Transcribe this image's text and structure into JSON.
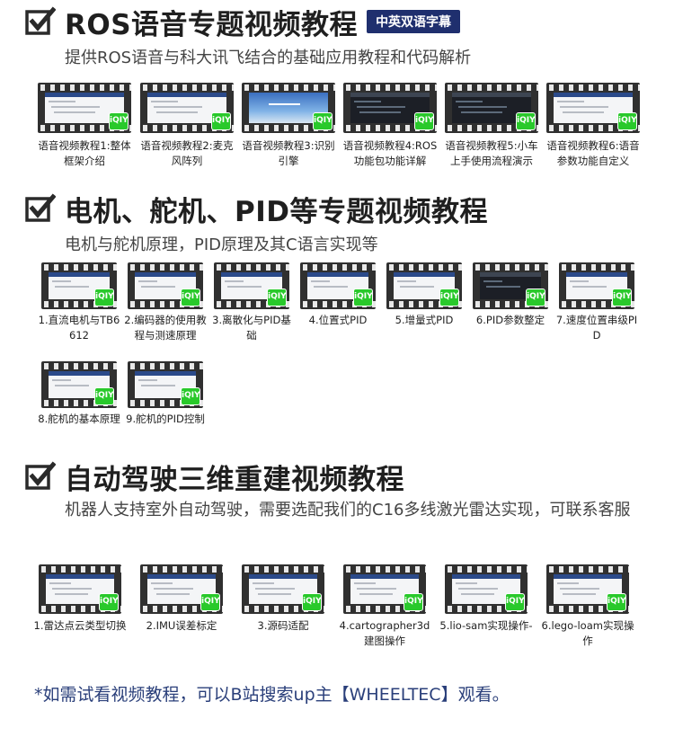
{
  "sections": [
    {
      "title": "ROS语音专题视频教程",
      "badge": "中英双语字幕",
      "subtitle": "提供ROS语音与科大讯飞结合的基础应用教程和代码解析",
      "items": [
        {
          "label": "语音视频教程1:整体框架介绍",
          "screen": "light"
        },
        {
          "label": "语音视频教程2:麦克风阵列",
          "screen": "light"
        },
        {
          "label": "语音视频教程3:识别引擎",
          "screen": "blue"
        },
        {
          "label": "语音视频教程4:ROS功能包功能详解",
          "screen": "dark"
        },
        {
          "label": "语音视频教程5:小车上手使用流程演示",
          "screen": "dark"
        },
        {
          "label": "语音视频教程6:语音参数功能自定义",
          "screen": "light"
        }
      ]
    },
    {
      "title": "电机、舵机、PID等专题视频教程",
      "subtitle": "电机与舵机原理，PID原理及其C语言实现等",
      "items": [
        {
          "label": "1.直流电机与TB6612",
          "screen": "light"
        },
        {
          "label": "2.编码器的使用教程与测速原理",
          "screen": "light"
        },
        {
          "label": "3.离散化与PID基础",
          "screen": "light"
        },
        {
          "label": "4.位置式PID",
          "screen": "light"
        },
        {
          "label": "5.增量式PID",
          "screen": "light"
        },
        {
          "label": "6.PID参数整定",
          "screen": "dark"
        },
        {
          "label": "7.速度位置串级PID",
          "screen": "light"
        },
        {
          "label": "8.舵机的基本原理",
          "screen": "light"
        },
        {
          "label": "9.舵机的PID控制",
          "screen": "light"
        }
      ]
    },
    {
      "title": "自动驾驶三维重建视频教程",
      "subtitle": "机器人支持室外自动驾驶，需要选配我们的C16多线激光雷达实现，可联系客服",
      "items": [
        {
          "label": "1.雷达点云类型切换",
          "screen": "light"
        },
        {
          "label": "2.IMU误差标定",
          "screen": "light"
        },
        {
          "label": "3.源码适配",
          "screen": "light"
        },
        {
          "label": "4.cartographer3d建图操作",
          "screen": "light"
        },
        {
          "label": "5.lio-sam实现操作-",
          "screen": "light"
        },
        {
          "label": "6.lego-loam实现操作",
          "screen": "light"
        }
      ]
    }
  ],
  "footer": "*如需试看视频教程，可以B站搜索up主【WHEELTEC】观看。",
  "logo_text": "iQIY",
  "colors": {
    "title": "#1f1f1f",
    "badge_bg": "#1f2f6e",
    "footer": "#2a3f7a",
    "logo": "#29c92b"
  }
}
